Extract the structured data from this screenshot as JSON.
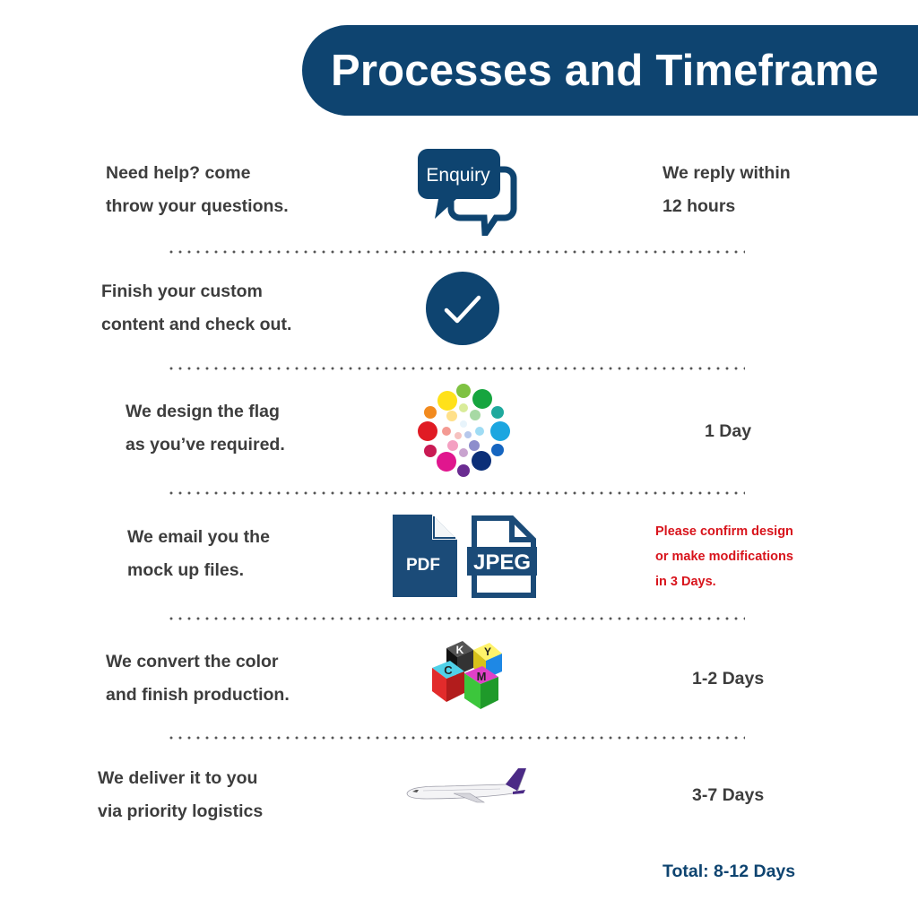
{
  "header": {
    "title": "Processes and Timeframe"
  },
  "colors": {
    "brand": "#0e4470",
    "accent_red": "#d8141c",
    "text": "#3d3d3d"
  },
  "steps": [
    {
      "line1": "Need help? come",
      "line2": "throw your questions.",
      "icon": "enquiry-chat-icon",
      "icon_label": "Enquiry",
      "time1": "We reply within",
      "time2": "12 hours"
    },
    {
      "line1": "Finish your custom",
      "line2": "content and check out.",
      "icon": "checkmark-circle-icon"
    },
    {
      "line1": "We design the flag",
      "line2": "as you’ve required.",
      "icon": "color-dots-icon",
      "time1": "1 Day"
    },
    {
      "line1": "We email you the",
      "line2": "mock up files.",
      "icon": "pdf-jpeg-files-icon",
      "pdf_label": "PDF",
      "jpeg_label": "JPEG",
      "note1": "Please confirm design",
      "note2": "or make modifications",
      "note3": "in 3 Days."
    },
    {
      "line1": "We convert the color",
      "line2": "and finish production.",
      "icon": "cmyk-cubes-icon",
      "cube_letters": [
        "K",
        "Y",
        "C",
        "M"
      ],
      "time1": "1-2 Days"
    },
    {
      "line1": "We deliver it to you",
      "line2": "via priority logistics",
      "icon": "airplane-icon",
      "time1": "3-7 Days"
    }
  ],
  "total": "Total: 8-12 Days"
}
